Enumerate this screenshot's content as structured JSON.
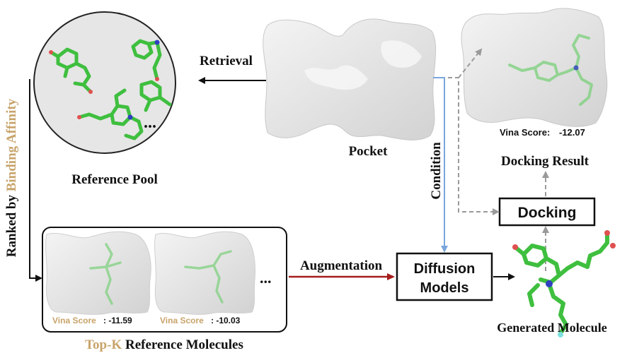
{
  "labels": {
    "retrieval": "Retrieval",
    "reference_pool": "Reference Pool",
    "pocket": "Pocket",
    "condition": "Condition",
    "docking_result": "Docking Result",
    "augmentation": "Augmentation",
    "generated_molecule": "Generated Molecule",
    "ellipsis": "..."
  },
  "ranked_by": {
    "prefix": "Ranked by ",
    "emphasis": "Binding Affinity"
  },
  "top_k": {
    "emphasis": "Top-K",
    "suffix": " Reference Molecules"
  },
  "boxes": {
    "docking": "Docking",
    "diffusion_line1": "Diffusion",
    "diffusion_line2": "Models"
  },
  "scores": {
    "result_label": "Vina Score:",
    "result_value": "-12.07",
    "ref1_label": "Vina Score",
    "ref1_value": ": -11.59",
    "ref2_label": "Vina Score",
    "ref2_value": ": -10.03"
  },
  "colors": {
    "gold": "#c8a36a",
    "red": "#a61c1c",
    "blue": "#7aa6dc",
    "green": "#3fbf3f",
    "gray_arrow": "#9a9a9a",
    "pocket_gray": "#dcdcdc"
  }
}
